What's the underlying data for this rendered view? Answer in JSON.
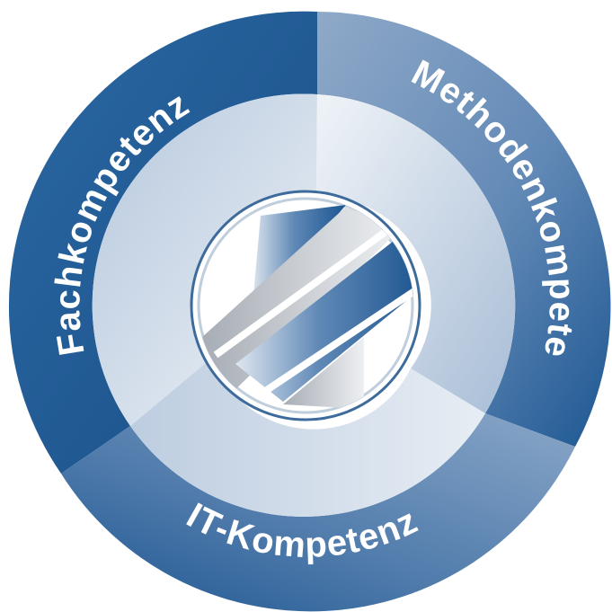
{
  "diagram": {
    "segments": [
      {
        "id": "fach",
        "label": "Fachkompetenz"
      },
      {
        "id": "methoden",
        "label": "Methodenkompetenz"
      },
      {
        "id": "it",
        "label": "IT-Kompetenz"
      }
    ]
  },
  "colors": {
    "dark_blue": "#1f5a94",
    "mid_blue": "#5d86b3",
    "light_blue": "#a9bfd7",
    "pale": "#e8eef5",
    "gray": "#c9cdd3"
  },
  "center_icon": "stylized-shield-emblem"
}
